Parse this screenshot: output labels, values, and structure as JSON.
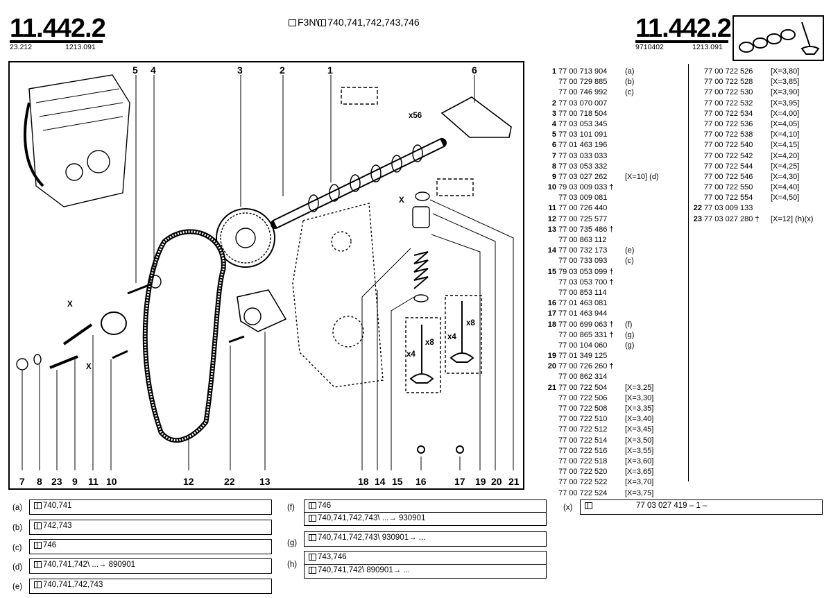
{
  "header": {
    "left_code": "11.442.2",
    "left_sub1": "23.212",
    "left_sub2": "1213.091",
    "center_prefix": "F3N\\",
    "center_text": "740,741,742,743,746",
    "right_code": "11.442.2",
    "right_sub1": "9710402",
    "right_sub2": "1213.091",
    "thumbnail_icon": "camshaft-valve-icon"
  },
  "diagram": {
    "callouts_top": [
      "5",
      "4",
      "3",
      "2",
      "1",
      "6"
    ],
    "callouts_bottom": [
      "7",
      "8",
      "23",
      "9",
      "11",
      "10",
      "12",
      "22",
      "13",
      "18",
      "14",
      "15",
      "16",
      "17",
      "19",
      "20",
      "21"
    ],
    "annotations": [
      "x56",
      "x8",
      "x4",
      "x8",
      "x4",
      "X",
      "X",
      "X"
    ]
  },
  "parts_col1": [
    {
      "ref": "1",
      "pn": "77 00 713 904",
      "note": "(a)"
    },
    {
      "ref": "",
      "pn": "77 00 729 885",
      "note": "(b)"
    },
    {
      "ref": "",
      "pn": "77 00 746 992",
      "note": "(c)"
    },
    {
      "ref": "2",
      "pn": "77 03 070 007",
      "note": ""
    },
    {
      "ref": "3",
      "pn": "77 00 718 504",
      "note": ""
    },
    {
      "ref": "4",
      "pn": "77 03 053 345",
      "note": ""
    },
    {
      "ref": "5",
      "pn": "77 03 101 091",
      "note": ""
    },
    {
      "ref": "6",
      "pn": "77 01 463 196",
      "note": ""
    },
    {
      "ref": "7",
      "pn": "77 03 033 033",
      "note": ""
    },
    {
      "ref": "8",
      "pn": "77 03 053 332",
      "note": ""
    },
    {
      "ref": "9",
      "pn": "77 03 027 262",
      "note": "[X=10] (d)"
    },
    {
      "ref": "10",
      "pn": "79 03 009 033 †",
      "note": ""
    },
    {
      "ref": "",
      "pn": "77 03 009 081",
      "note": ""
    },
    {
      "ref": "11",
      "pn": "77 00 726 440",
      "note": ""
    },
    {
      "ref": "12",
      "pn": "77 00 725 577",
      "note": ""
    },
    {
      "ref": "13",
      "pn": "77 00 735 486 †",
      "note": ""
    },
    {
      "ref": "",
      "pn": "77 00 863 112",
      "note": ""
    },
    {
      "ref": "14",
      "pn": "77 00 732 173",
      "note": "(e)"
    },
    {
      "ref": "",
      "pn": "77 00 733 093",
      "note": "(c)"
    },
    {
      "ref": "15",
      "pn": "79 03 053 099 †",
      "note": ""
    },
    {
      "ref": "",
      "pn": "77 03 053 700 †",
      "note": ""
    },
    {
      "ref": "",
      "pn": "77 00 853 114",
      "note": ""
    },
    {
      "ref": "16",
      "pn": "77 01 463 081",
      "note": ""
    },
    {
      "ref": "17",
      "pn": "77 01 463 944",
      "note": ""
    },
    {
      "ref": "18",
      "pn": "77 00 699 063 †",
      "note": "(f)"
    },
    {
      "ref": "",
      "pn": "77 00 865 331 †",
      "note": "(g)"
    },
    {
      "ref": "",
      "pn": "77 00 104 060",
      "note": "(g)"
    },
    {
      "ref": "19",
      "pn": "77 01 349 125",
      "note": ""
    },
    {
      "ref": "20",
      "pn": "77 00 726 260 †",
      "note": ""
    },
    {
      "ref": "",
      "pn": "77 00 862 314",
      "note": ""
    },
    {
      "ref": "21",
      "pn": "77 00 722 504",
      "note": "[X=3,25]"
    },
    {
      "ref": "",
      "pn": "77 00 722 506",
      "note": "[X=3,30]"
    },
    {
      "ref": "",
      "pn": "77 00 722 508",
      "note": "[X=3,35]"
    },
    {
      "ref": "",
      "pn": "77 00 722 510",
      "note": "[X=3,40]"
    },
    {
      "ref": "",
      "pn": "77 00 722 512",
      "note": "[X=3,45]"
    },
    {
      "ref": "",
      "pn": "77 00 722 514",
      "note": "[X=3,50]"
    },
    {
      "ref": "",
      "pn": "77 00 722 516",
      "note": "[X=3,55]"
    },
    {
      "ref": "",
      "pn": "77 00 722 518",
      "note": "[X=3,60]"
    },
    {
      "ref": "",
      "pn": "77 00 722 520",
      "note": "[X=3,65]"
    },
    {
      "ref": "",
      "pn": "77 00 722 522",
      "note": "[X=3,70]"
    },
    {
      "ref": "",
      "pn": "77 00 722 524",
      "note": "[X=3,75]"
    }
  ],
  "parts_col2": [
    {
      "ref": "",
      "pn": "77 00 722 526",
      "note": "[X=3,80]"
    },
    {
      "ref": "",
      "pn": "77 00 722 528",
      "note": "[X=3,85]"
    },
    {
      "ref": "",
      "pn": "77 00 722 530",
      "note": "[X=3,90]"
    },
    {
      "ref": "",
      "pn": "77 00 722 532",
      "note": "[X=3,95]"
    },
    {
      "ref": "",
      "pn": "77 00 722 534",
      "note": "[X=4,00]"
    },
    {
      "ref": "",
      "pn": "77 00 722 536",
      "note": "[X=4,05]"
    },
    {
      "ref": "",
      "pn": "77 00 722 538",
      "note": "[X=4,10]"
    },
    {
      "ref": "",
      "pn": "77 00 722 540",
      "note": "[X=4,15]"
    },
    {
      "ref": "",
      "pn": "77 00 722 542",
      "note": "[X=4,20]"
    },
    {
      "ref": "",
      "pn": "77 00 722 544",
      "note": "[X=4,25]"
    },
    {
      "ref": "",
      "pn": "77 00 722 546",
      "note": "[X=4,30]"
    },
    {
      "ref": "",
      "pn": "77 00 722 550",
      "note": "[X=4,40]"
    },
    {
      "ref": "",
      "pn": "77 00 722 554",
      "note": "[X=4,50]"
    },
    {
      "ref": "22",
      "pn": "77 03 009 133",
      "note": ""
    },
    {
      "ref": "23",
      "pn": "77 03 027 280 †",
      "note": "[X=12] (h)(x)"
    }
  ],
  "footnotes_left": [
    {
      "key": "(a)",
      "text": "740,741"
    },
    {
      "key": "(b)",
      "text": "742,743"
    },
    {
      "key": "(c)",
      "text": "746"
    },
    {
      "key": "(d)",
      "text": "740,741,742\\ ...→ 890901"
    },
    {
      "key": "(e)",
      "text": "740,741,742,743"
    }
  ],
  "footnotes_mid": [
    {
      "key": "(f)",
      "line1": "746",
      "line2": "740,741,742,743\\ ...→ 930901"
    },
    {
      "key": "(g)",
      "line1": "740,741,742,743\\ 930901→ ..."
    },
    {
      "key": "(h)",
      "line1": "743,746",
      "line2": "740,741,742\\ 890901→ ..."
    }
  ],
  "footnote_right": {
    "key": "(x)",
    "text": "77 03 027 419 – 1 –"
  }
}
